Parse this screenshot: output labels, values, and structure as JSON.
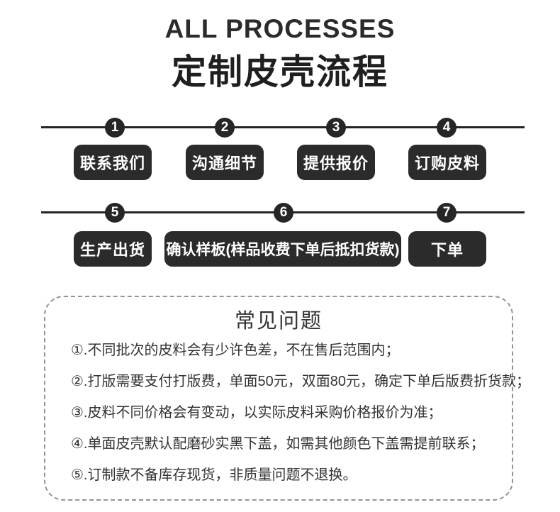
{
  "header": {
    "title_en": "ALL PROCESSES",
    "title_zh": "定制皮壳流程"
  },
  "process": {
    "rows": [
      {
        "steps": [
          {
            "num": "1",
            "label": "联系我们"
          },
          {
            "num": "2",
            "label": "沟通细节"
          },
          {
            "num": "3",
            "label": "提供报价"
          },
          {
            "num": "4",
            "label": "订购皮料"
          }
        ]
      },
      {
        "steps": [
          {
            "num": "5",
            "label": "生产出货"
          },
          {
            "num": "6",
            "label": "确认样板(样品收费下单后抵扣货款)"
          },
          {
            "num": "7",
            "label": "下单"
          }
        ]
      }
    ]
  },
  "faq": {
    "title": "常见问题",
    "items": [
      "①.不同批次的皮料会有少许色差，不在售后范围内；",
      "②.打版需要支付打版费，单面50元，双面80元，确定下单后版费折货款；",
      "③.皮料不同价格会有变动，以实际皮料采购价格报价为准；",
      "④.单面皮壳默认配磨砂实黑下盖，如需其他颜色下盖需提前联系；",
      "⑤.订制款不备库存现货，非质量问题不退换。"
    ]
  },
  "colors": {
    "button_bg": "#2b2b2b",
    "line": "#242424",
    "text": "#333333",
    "faq_border": "#949494"
  }
}
